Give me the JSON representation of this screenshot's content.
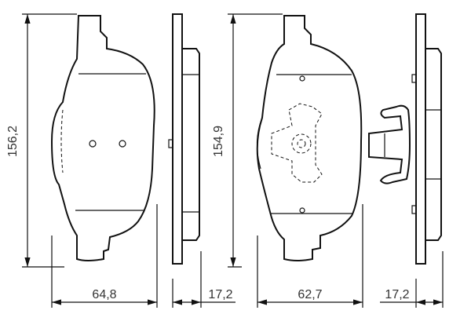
{
  "dimensions": {
    "pad1_height": "156,2",
    "pad1_width": "64,8",
    "pad1_thickness": "17,2",
    "pad2_height": "154,9",
    "pad2_width": "62,7",
    "pad2_thickness": "17,2"
  }
}
